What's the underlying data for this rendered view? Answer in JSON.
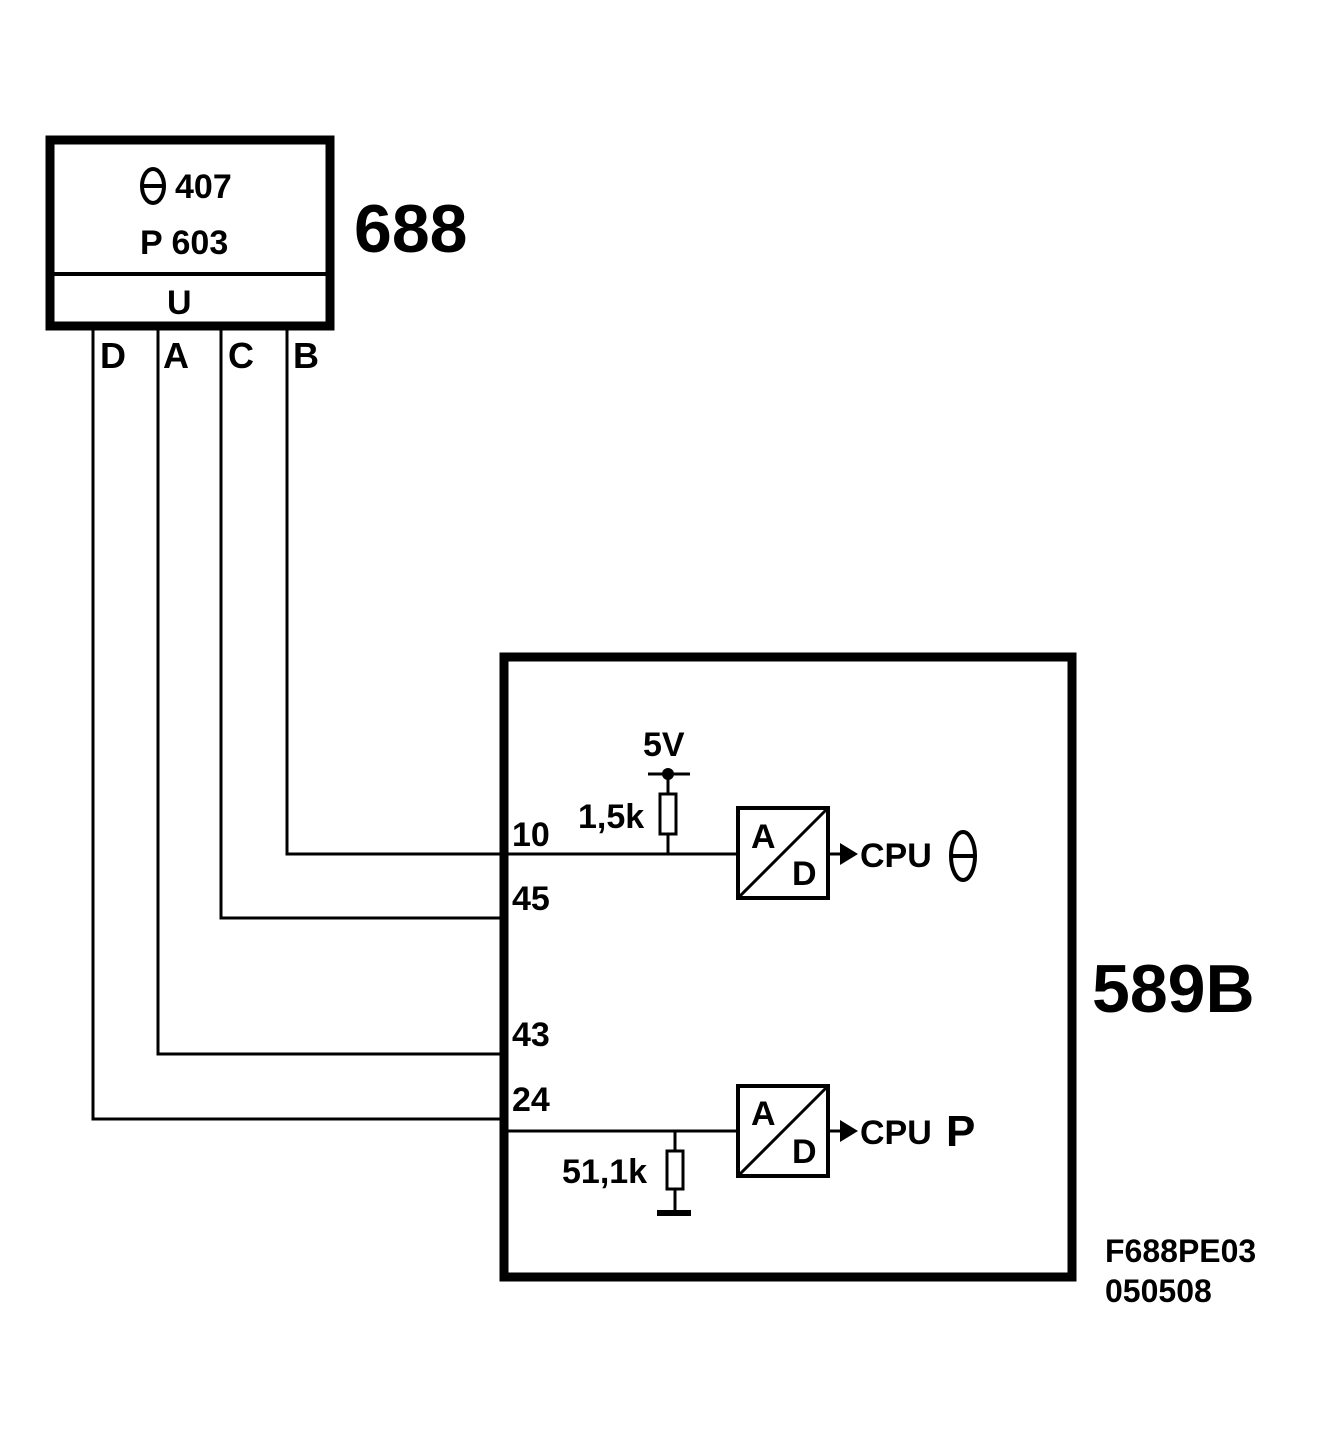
{
  "sensor": {
    "id": "688",
    "line1_value": "407",
    "line2": "P 603",
    "supply": "U",
    "pins": [
      "D",
      "A",
      "C",
      "B"
    ]
  },
  "ecu": {
    "id": "589B",
    "connectors": [
      "10",
      "45",
      "43",
      "24"
    ],
    "supply_voltage": "5V",
    "pullup_resistor": "1,5k",
    "pulldown_resistor": "51,1k",
    "adc_top": {
      "a": "A",
      "d": "D",
      "output": "CPU"
    },
    "adc_bottom": {
      "a": "A",
      "d": "D",
      "output": "CPU",
      "symbol": "P"
    }
  },
  "reference": {
    "code": "F688PE03",
    "date": "050508"
  },
  "icons": {
    "theta": "theta-symbol-icon",
    "arrow": "arrow-right-icon",
    "ground": "ground-icon",
    "resistor": "resistor-icon"
  }
}
